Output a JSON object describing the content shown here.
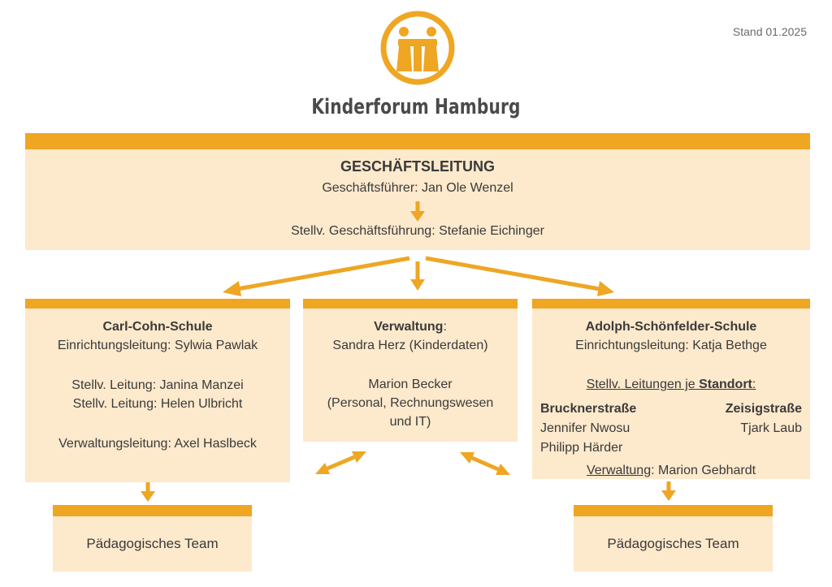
{
  "stand": "Stand 01.2025",
  "brand": {
    "name": "Kinderforum Hamburg",
    "logo": "kinderforum-logo-icon",
    "accent": "#eea623",
    "box_fill": "#fde9cc"
  },
  "management": {
    "title": "GESCHÄFTSLEITUNG",
    "ceo": "Geschäftsführer:  Jan Ole Wenzel",
    "deputy": "Stellv. Geschäftsführung: Stefanie Eichinger"
  },
  "carl_cohn": {
    "name": "Carl-Cohn-Schule",
    "head": "Einrichtungsleitung: Sylwia Pawlak",
    "deputy_1": "Stellv. Leitung: Janina Manzei",
    "deputy_2": "Stellv. Leitung: Helen Ulbricht",
    "admin": "Verwaltungsleitung: Axel Haslbeck"
  },
  "verwaltung": {
    "title": "Verwaltung",
    "colon": ":",
    "line_1": "Sandra Herz (Kinderdaten)",
    "line_2": "Marion Becker",
    "line_3": "(Personal, Rechnungswesen",
    "line_4": "und IT)"
  },
  "adolph": {
    "name": "Adolph-Schönfelder-Schule",
    "head": "Einrichtungsleitung: Katja Bethge",
    "deputies_prefix": "Stellv. Leitungen je ",
    "deputies_bold": "Standort",
    "deputies_suffix": ":",
    "site_1": {
      "name": "Brucknerstraße",
      "people": [
        "Jennifer Nwosu",
        "Philipp Härder"
      ]
    },
    "site_2": {
      "name": "Zeisigstraße",
      "people": [
        "Tjark Laub"
      ]
    },
    "admin_label": "Verwaltung",
    "admin_rest": ": Marion Gebhardt"
  },
  "team_left": "Pädagogisches Team",
  "team_right": "Pädagogisches Team"
}
